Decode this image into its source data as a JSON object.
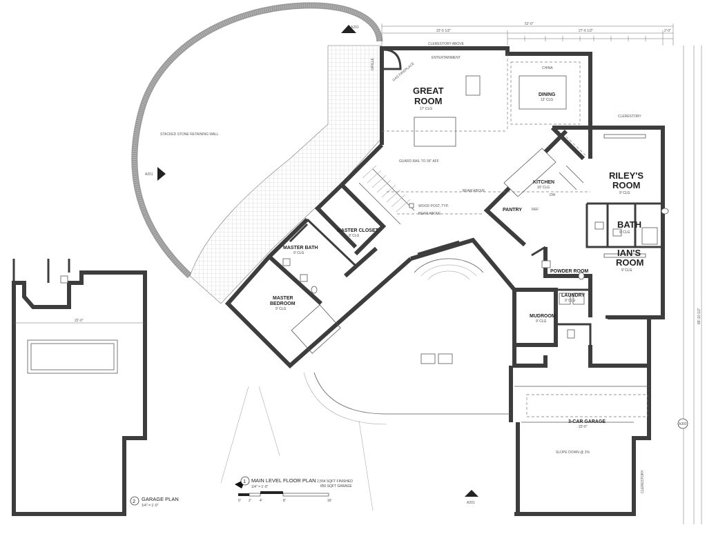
{
  "rooms": {
    "great_room": {
      "name_line1": "GREAT",
      "name_line2": "ROOM",
      "ceiling": "17' CLG"
    },
    "dining": {
      "name": "DINING",
      "ceiling": "12' CLG"
    },
    "kitchen": {
      "name": "KITCHEN",
      "ceiling": "10' CLG"
    },
    "pantry": {
      "name": "PANTRY"
    },
    "rileys_room": {
      "name_line1": "RILEY'S",
      "name_line2": "ROOM",
      "ceiling": "9' CLG"
    },
    "bath": {
      "name": "BATH",
      "ceiling": "9' CLG"
    },
    "ians_room": {
      "name_line1": "IAN'S",
      "name_line2": "ROOM",
      "ceiling": "9' CLG"
    },
    "powder_room": {
      "name": "POWDER ROOM"
    },
    "laundry": {
      "name": "LAUNDRY",
      "ceiling": "9' CLG"
    },
    "mudroom": {
      "name": "MUDROOM",
      "ceiling": "9' CLG"
    },
    "master_closet": {
      "name": "MASTER CLOSET",
      "ceiling": "9' CLG"
    },
    "master_bath": {
      "name": "MASTER BATH",
      "ceiling": "9' CLG"
    },
    "master_bedroom": {
      "name_line1": "MASTER",
      "name_line2": "BEDROOM",
      "ceiling": "9' CLG"
    },
    "garage": {
      "name": "3-CAR GARAGE",
      "ceiling": "22'-0\""
    }
  },
  "notes": {
    "retaining_wall": "STACKED STONE RETAINING WALL",
    "guard_rail": "GUARD RAIL TO 36\" AFF",
    "beam_above_1": "BEAM ABOVE",
    "wood_post": "WOOD POST, TYP.",
    "beam_above_2": "BEAM ABOVE",
    "clerestory_top": "CLERESTORY ABOVE",
    "entertainment": "ENTERTAINMENT",
    "fireplace": "GAS FIREPLACE",
    "china": "CHINA",
    "clerestory_right": "CLERESTORY",
    "clerestory_lower": "CLERESTORY",
    "slope": "SLOPE DOWN @ 2%",
    "grille": "GRILLE",
    "dw": "DW",
    "ref": "REF"
  },
  "section_markers": {
    "top": "A201",
    "left": "A201",
    "right": "A300",
    "bottom": "A201"
  },
  "dimensions": {
    "overall_top": "52'-0\"",
    "seg_1": "22'-5 1/2\"",
    "seg_2": "27'-6 1/2\"",
    "seg_3": "2'-0\"",
    "garage_width": "22'-0\"",
    "right_overall": "89'-10 1/2\""
  },
  "titles": {
    "main_num": "1",
    "main_title": "MAIN LEVEL FLOOR PLAN",
    "main_scale": "1/4\" = 1'-0\"",
    "finished": "2,554 SQFT FINISHED",
    "garage_sqft": "850 SQFT GARAGE",
    "garage_num": "2",
    "garage_title": "GARAGE PLAN",
    "garage_scale": "1/4\" = 1'-0\""
  },
  "scale_bar": [
    "0'",
    "2'",
    "4'",
    "8'",
    "16'"
  ]
}
